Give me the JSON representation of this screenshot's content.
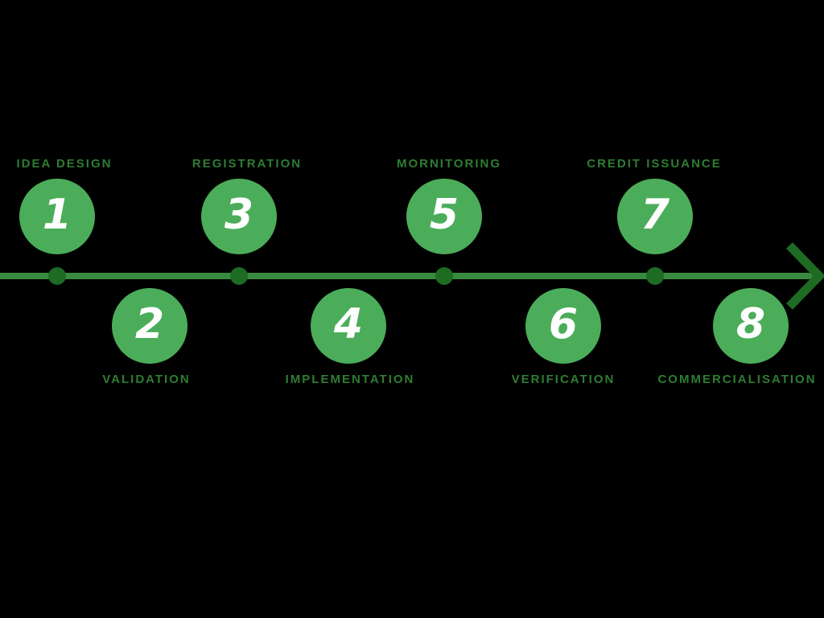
{
  "colors": {
    "background": "#000000",
    "circle_fill": "#4bad5a",
    "number_text": "#ffffff",
    "label_text": "#2e7d32",
    "line": "#388a3e",
    "dot": "#1e6b24",
    "arrow": "#1e6b24"
  },
  "diagram": {
    "type": "process-timeline",
    "arrow_direction": "right",
    "steps": [
      {
        "number": "1",
        "label": "IDEA DESIGN",
        "side": "above"
      },
      {
        "number": "2",
        "label": "VALIDATION",
        "side": "below"
      },
      {
        "number": "3",
        "label": "REGISTRATION",
        "side": "above"
      },
      {
        "number": "4",
        "label": "IMPLEMENTATION",
        "side": "below"
      },
      {
        "number": "5",
        "label": "MORNITORING",
        "side": "above"
      },
      {
        "number": "6",
        "label": "VERIFICATION",
        "side": "below"
      },
      {
        "number": "7",
        "label": "CREDIT ISSUANCE",
        "side": "above"
      },
      {
        "number": "8",
        "label": "COMMERCIALISATION",
        "side": "below"
      }
    ]
  }
}
